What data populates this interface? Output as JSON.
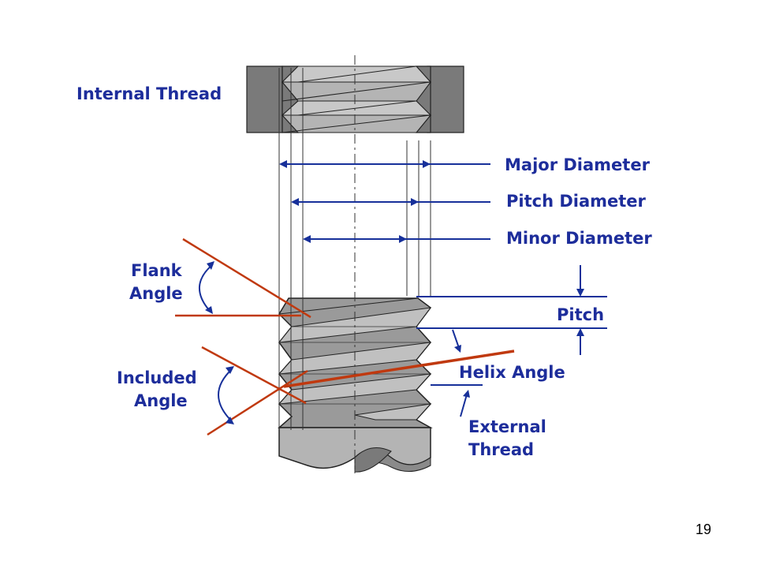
{
  "labels": {
    "internal_thread": "Internal Thread",
    "major_diameter": "Major Diameter",
    "pitch_diameter": "Pitch Diameter",
    "minor_diameter": "Minor Diameter",
    "flank_line1": "Flank",
    "flank_line2": "Angle",
    "pitch": "Pitch",
    "helix_angle": "Helix Angle",
    "included_line1": "Included",
    "included_line2": "Angle",
    "external_line1": "External",
    "external_line2": "Thread"
  },
  "page_number": "19",
  "colors": {
    "label": "#1d2d9b",
    "annotation_line": "#17309a",
    "angle_line": "#c0390f",
    "part_dark": "#7a7a7a",
    "part_light": "#c0c0c0",
    "part_mid": "#9a9a9a"
  }
}
